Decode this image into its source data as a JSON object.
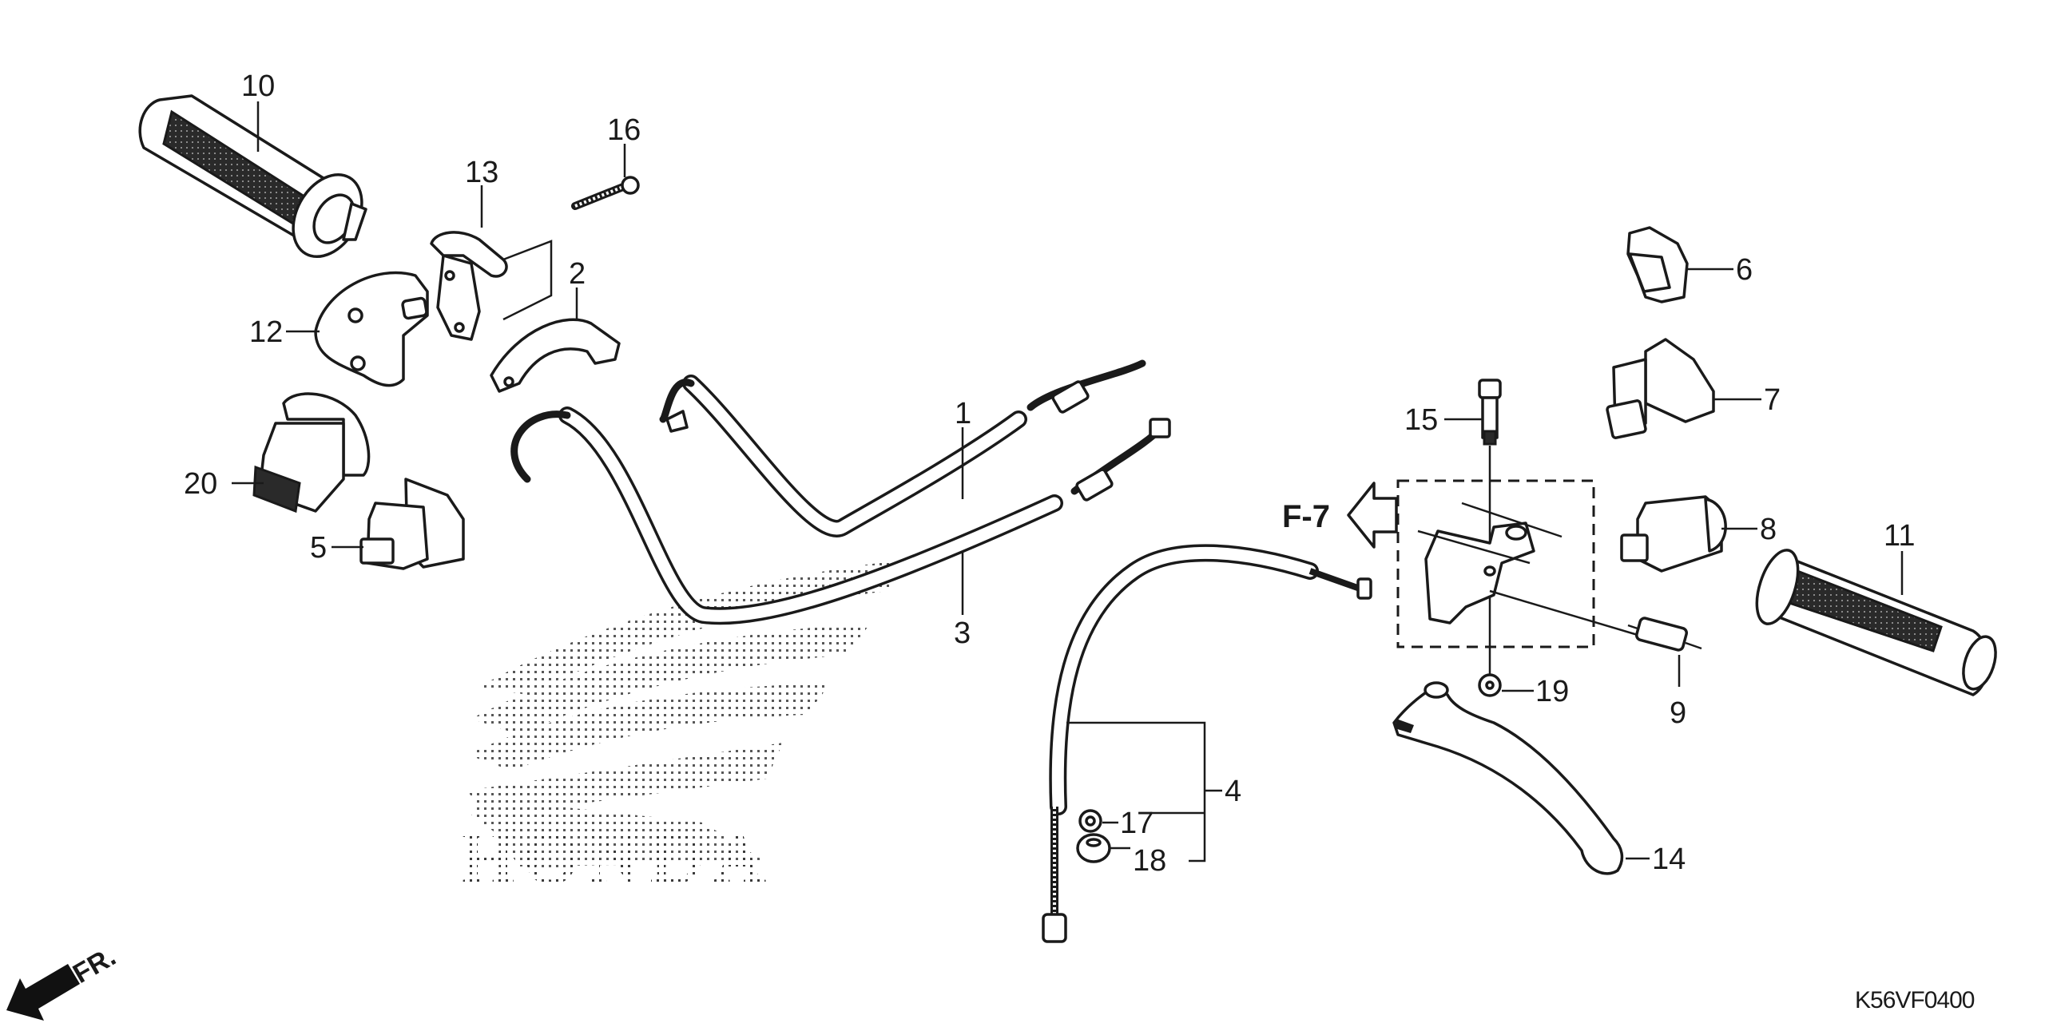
{
  "diagram": {
    "type": "exploded parts diagram",
    "subject": "Handlebar switch / cable / clutch lever assembly",
    "drawing_code": "K56VF0400",
    "reference": {
      "label": "F-7",
      "icon": "outline-arrow-left-icon"
    },
    "direction_indicator": {
      "label": "FR.",
      "icon": "front-arrow-icon"
    },
    "watermark": {
      "text": "HONDA",
      "icon": "honda-wing-logo"
    },
    "callouts": [
      {
        "id": "1",
        "part": "throttle cable A"
      },
      {
        "id": "2",
        "part": "throttle housing half"
      },
      {
        "id": "3",
        "part": "throttle cable B"
      },
      {
        "id": "4",
        "part": "clutch cable"
      },
      {
        "id": "5",
        "part": "switch"
      },
      {
        "id": "6",
        "part": "switch"
      },
      {
        "id": "7",
        "part": "switch"
      },
      {
        "id": "8",
        "part": "switch"
      },
      {
        "id": "9",
        "part": "clutch switch"
      },
      {
        "id": "10",
        "part": "throttle grip"
      },
      {
        "id": "11",
        "part": "handle grip"
      },
      {
        "id": "12",
        "part": "switch housing"
      },
      {
        "id": "13",
        "part": "housing clamp"
      },
      {
        "id": "14",
        "part": "clutch lever"
      },
      {
        "id": "15",
        "part": "pivot bolt"
      },
      {
        "id": "16",
        "part": "screw"
      },
      {
        "id": "17",
        "part": "nut"
      },
      {
        "id": "18",
        "part": "nut"
      },
      {
        "id": "19",
        "part": "nut"
      },
      {
        "id": "20",
        "part": "switch"
      }
    ]
  }
}
